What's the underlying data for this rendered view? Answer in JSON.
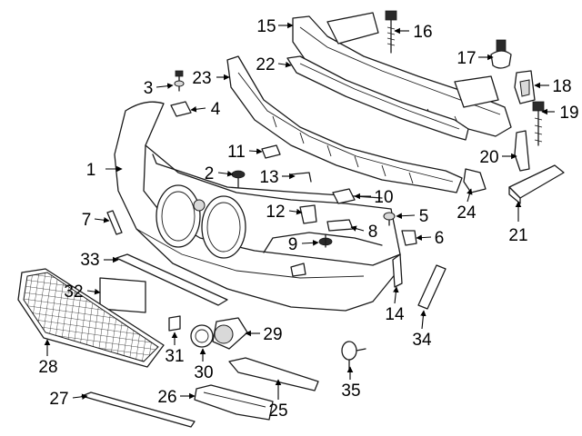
{
  "diagram": {
    "callouts": [
      "1",
      "2",
      "3",
      "4",
      "5",
      "6",
      "7",
      "8",
      "9",
      "10",
      "11",
      "12",
      "13",
      "14",
      "15",
      "16",
      "17",
      "18",
      "19",
      "20",
      "21",
      "22",
      "23",
      "24",
      "25",
      "26",
      "27",
      "28",
      "29",
      "30",
      "31",
      "32",
      "33",
      "34",
      "35"
    ]
  },
  "colors": {
    "line": "#1a1a1a",
    "background": "#ffffff"
  }
}
